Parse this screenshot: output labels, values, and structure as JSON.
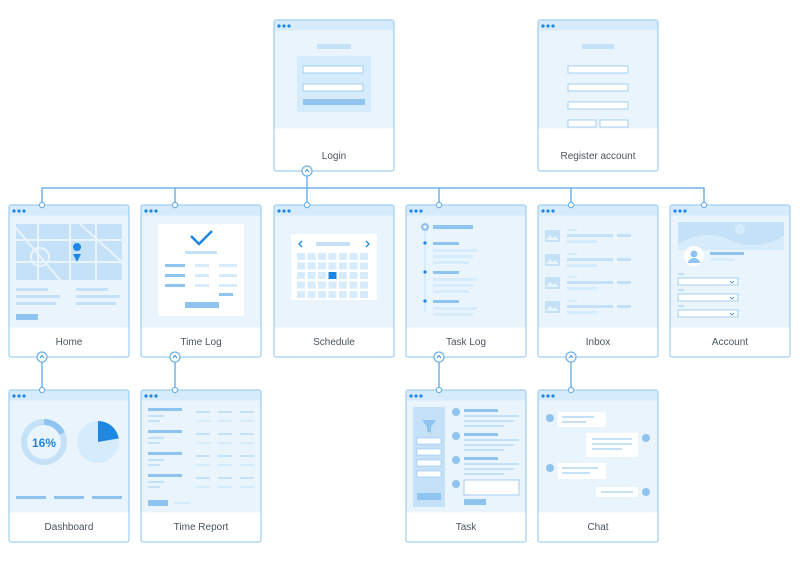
{
  "screens": {
    "login": {
      "label": "Login"
    },
    "register": {
      "label": "Register account"
    },
    "home": {
      "label": "Home"
    },
    "timelog": {
      "label": "Time Log"
    },
    "schedule": {
      "label": "Schedule"
    },
    "tasklog": {
      "label": "Task Log"
    },
    "inbox": {
      "label": "Inbox"
    },
    "account": {
      "label": "Account"
    },
    "dashboard": {
      "label": "Dashboard",
      "percent": "16%"
    },
    "timereport": {
      "label": "Time Report"
    },
    "task": {
      "label": "Task"
    },
    "chat": {
      "label": "Chat"
    }
  },
  "colors": {
    "frame": "#8ec4ef",
    "panel": "#eaf4fd",
    "bar": "#c5e1f8",
    "accent": "#1d87e4",
    "light_fill": "#d6ebfb",
    "connector": "#6fb2ea"
  }
}
